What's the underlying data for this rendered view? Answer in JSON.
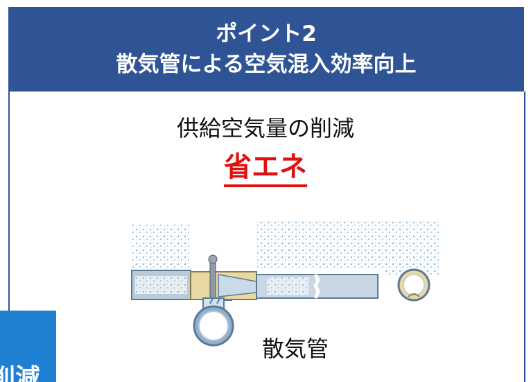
{
  "header": {
    "line1": "ポイント2",
    "line2": "散気管による空気混入効率向上"
  },
  "subtitle": "供給空気量の削減",
  "emphasis": "省エネ",
  "diagram": {
    "caption": "散気管"
  },
  "corner_tab": {
    "text": "削減"
  },
  "colors": {
    "header_bg": "#2f5496",
    "emphasis": "#e01010",
    "corner_tab_bg": "#1f7fd0",
    "bubbles": "#8fb8d8",
    "pipe": "#c8d7e3",
    "flange": "#e8d9a4"
  }
}
